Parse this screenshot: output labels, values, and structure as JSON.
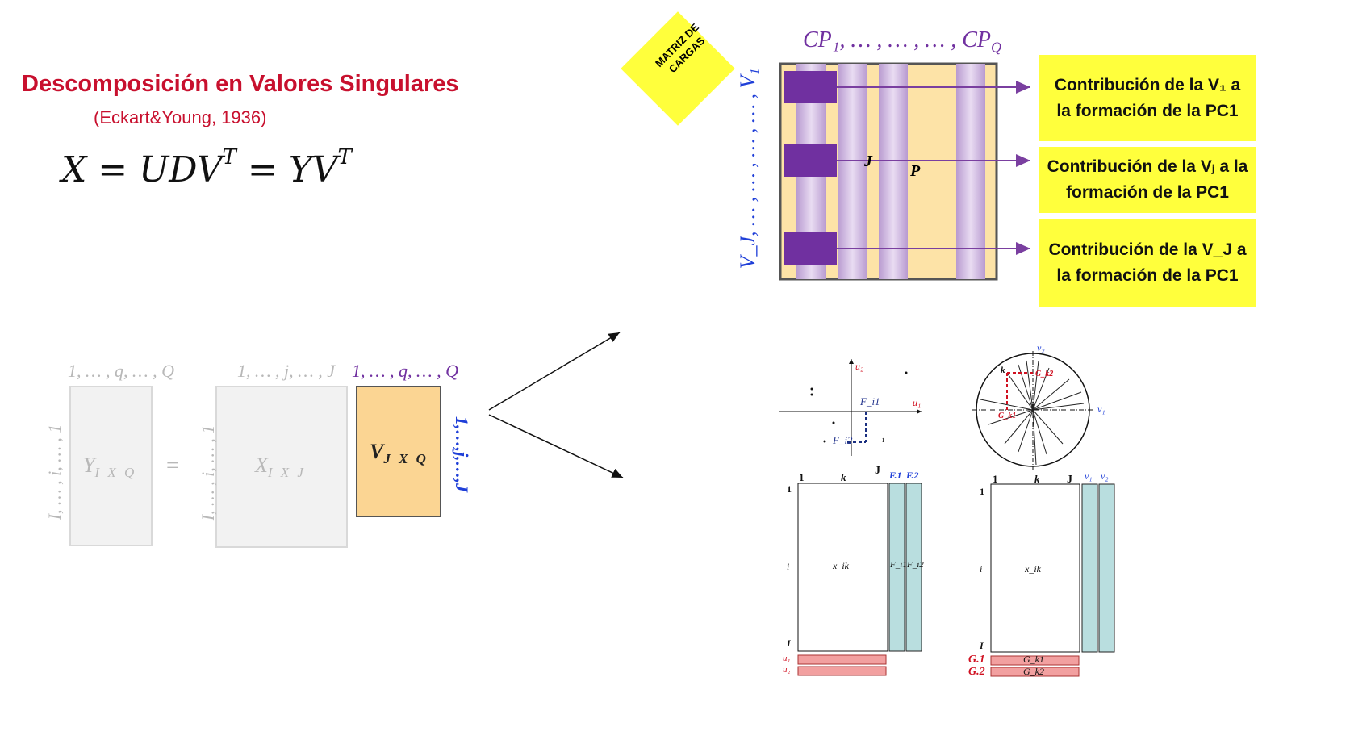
{
  "heading": {
    "title": "Descomposición en Valores Singulares",
    "citation": "(Eckart&Young, 1936)",
    "formula_lhs": "X = UDV",
    "formula_sup1": "T",
    "formula_rhs": " = YV",
    "formula_sup2": "T"
  },
  "matrix_eq": {
    "y_cols": "1, … , q, … , Q",
    "y_rows": "I, … , i, … , 1",
    "y_label": "Y",
    "y_sub": "I X Q",
    "equals": "=",
    "x_cols": "1, … , j, … , J",
    "x_rows": "I, … , i, … , 1",
    "x_label": "X",
    "x_sub": "I X J",
    "v_cols": "1, … , q, … , Q",
    "v_label": "V",
    "v_sub": "J X Q",
    "v_rows": "1,…,j,…,J"
  },
  "loadings": {
    "sticker": "MATRIZ DE CARGAS",
    "cols_label": "CP₁, … , … , … , CP",
    "cols_sub": "Q",
    "rows_label": "V_J, … , … , … , … , V₁",
    "inner_j": "J",
    "inner_p": "P",
    "contrib_1": "Contribución de la V₁ a la formación de la PC1",
    "contrib_j": "Contribución de la Vⱼ a la formación de la PC1",
    "contrib_J": "Contribución de la V_J a la formación de la PC1",
    "color_sticker": "#ffff3c",
    "color_matrix": "#fde3a7",
    "color_block": "#7030a0",
    "color_arrow": "#7a3fa0"
  },
  "biplot_left": {
    "u2": "u₂",
    "u1": "u₁",
    "fi1": "F_i1",
    "fi2": "F_i2",
    "i_mark": "i",
    "top1": "1",
    "topk": "k",
    "topJ": "J",
    "f1": "F.1",
    "f2": "F.2",
    "row1": "1",
    "rowi": "i",
    "rowI": "I",
    "cell": "x_ik",
    "cellF1": "F_i1",
    "cellF2": "F_i2",
    "r1": "u₁",
    "r2": "u₂"
  },
  "biplot_right": {
    "v2": "v₂",
    "v1": "v₁",
    "k": "k",
    "gk1": "G_k1",
    "gk2": "G_k2",
    "top1": "1",
    "topk": "k",
    "topJ": "J",
    "c1": "v₁",
    "c2": "v₂",
    "row1": "1",
    "rowi": "i",
    "rowI": "I",
    "cell": "x_ik",
    "g1": "G.1",
    "g2": "G.2",
    "bar1": "G_k1",
    "bar2": "G_k2"
  }
}
